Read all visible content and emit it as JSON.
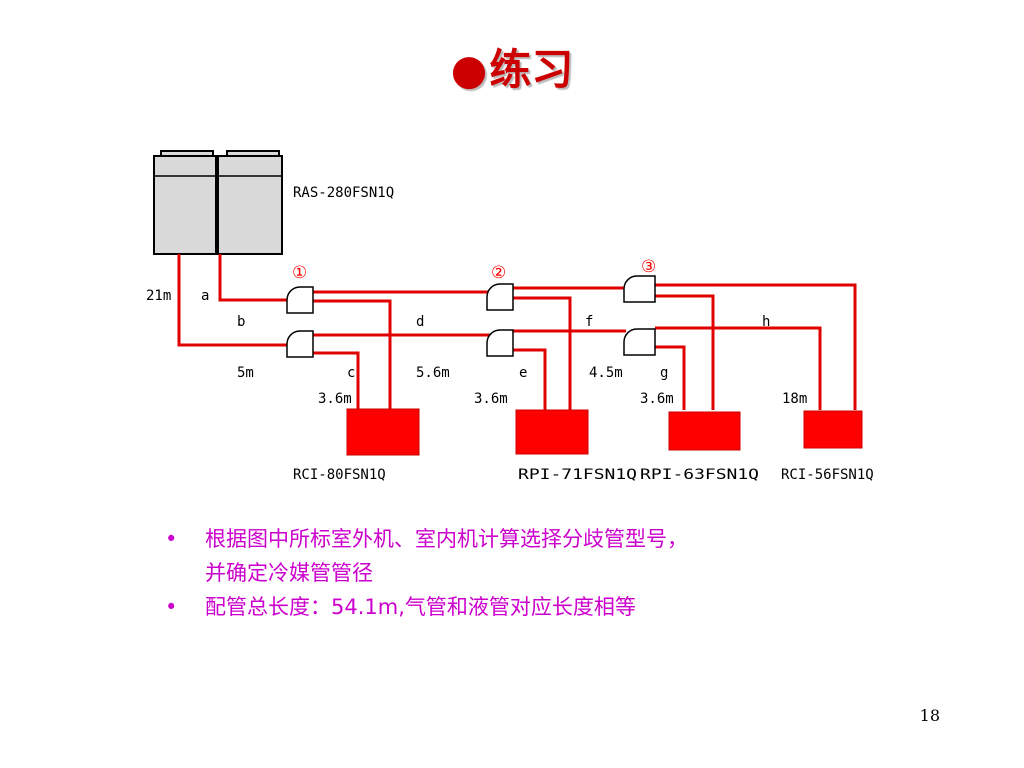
{
  "title": {
    "bullet": "●",
    "text": "练习"
  },
  "diagram": {
    "outdoor_unit": {
      "model": "RAS-280FSN1Q"
    },
    "branch_markers": [
      "①",
      "②",
      "③"
    ],
    "pipe_labels": {
      "a": "a",
      "b": "b",
      "c": "c",
      "d": "d",
      "e": "e",
      "f": "f",
      "g": "g",
      "h": "h"
    },
    "lengths": {
      "main": "21m",
      "b": "5m",
      "d": "5.6m",
      "f": "4.5m",
      "c": "3.6m",
      "e": "3.6m",
      "g": "3.6m",
      "h": "18m"
    },
    "indoor_units": [
      {
        "model": "RCI-80FSN1Q"
      },
      {
        "model": "RPI-71FSN1Q"
      },
      {
        "model": "RPI-63FSN1Q"
      },
      {
        "model": "RCI-56FSN1Q"
      }
    ],
    "colors": {
      "pipe": "#e00000",
      "indoor_unit": "#ff0000",
      "outdoor_unit": "#d9d9d9"
    }
  },
  "bullets": [
    {
      "mark": "•",
      "lines": [
        "根据图中所标室外机、室内机计算选择分歧管型号，",
        "并确定冷媒管管径"
      ]
    },
    {
      "mark": "•",
      "lines": [
        "配管总长度：54.1m,气管和液管对应长度相等"
      ]
    }
  ],
  "page_number": "18"
}
